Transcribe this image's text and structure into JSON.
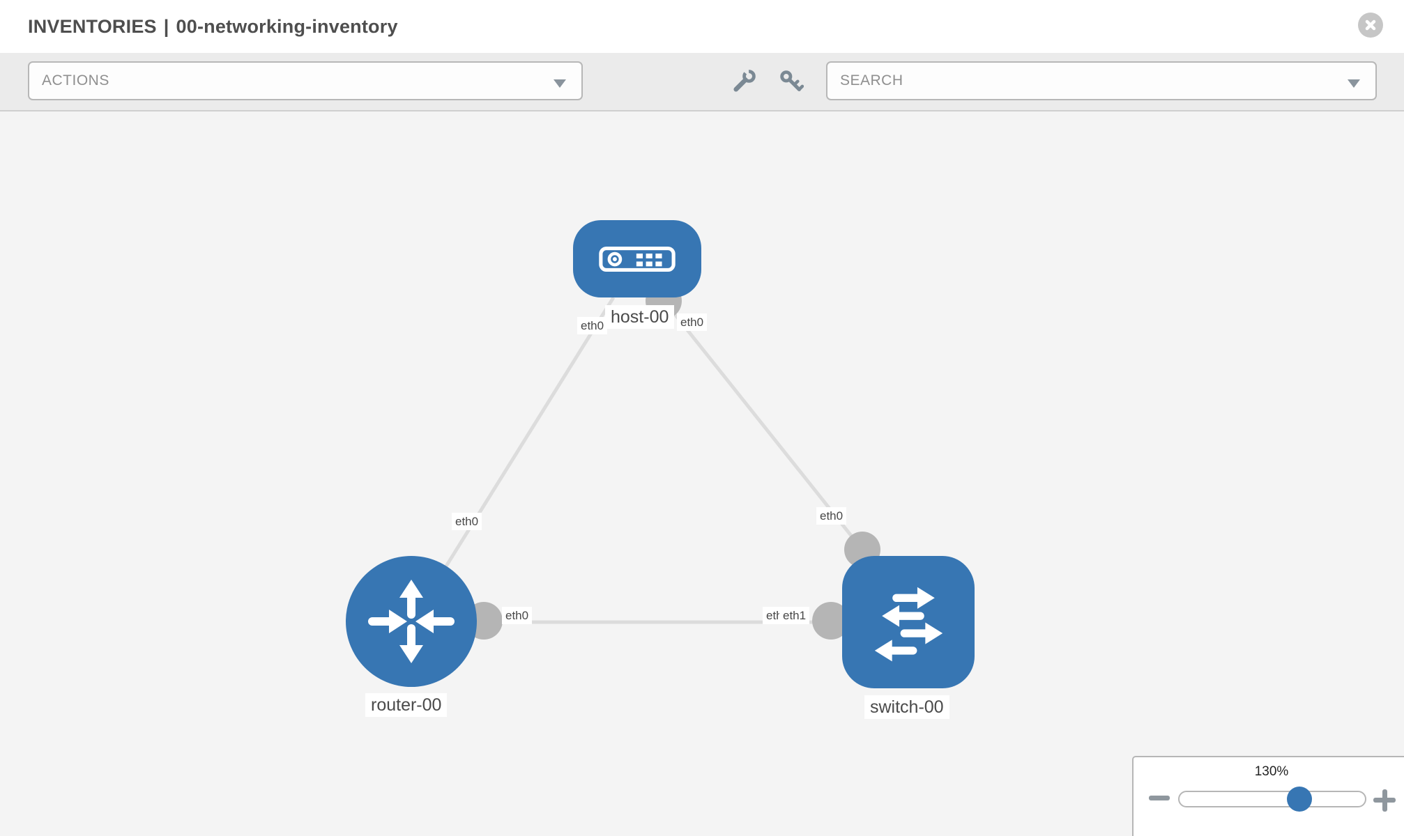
{
  "header": {
    "section": "INVENTORIES",
    "separator": "|",
    "inventory_name": "00-networking-inventory"
  },
  "toolbar": {
    "actions_placeholder": "ACTIONS",
    "search_placeholder": "SEARCH"
  },
  "icons": {
    "close": "close-icon",
    "wrench": "wrench-icon",
    "key": "key-icon",
    "dropdown": "chevron-down-icon",
    "minus": "minus-icon",
    "plus": "plus-icon"
  },
  "colors": {
    "node_blue": "#3776b3",
    "link_gray": "#dcdcdc",
    "port_gray": "#b5b5b5",
    "toolbar_bg": "#ebebeb",
    "canvas_bg": "#f4f4f4"
  },
  "topology": {
    "nodes": [
      {
        "label": "host-00",
        "type": "host"
      },
      {
        "label": "router-00",
        "type": "router"
      },
      {
        "label": "switch-00",
        "type": "switch"
      }
    ],
    "links": [
      {
        "from": "host-00",
        "to": "router-00",
        "from_interface": "eth0",
        "to_interface": "eth0"
      },
      {
        "from": "host-00",
        "to": "switch-00",
        "from_interface": "eth0",
        "to_interface": "eth0"
      },
      {
        "from": "router-00",
        "to": "switch-00",
        "from_interface": "eth0",
        "to_interface": "eth1"
      }
    ],
    "edge_labels": [
      {
        "text": "eth0"
      },
      {
        "text": "eth0"
      },
      {
        "text": "eth0"
      },
      {
        "text": "eth0"
      },
      {
        "text": "eth0"
      },
      {
        "text": "eth0"
      },
      {
        "text": "eth1"
      }
    ]
  },
  "zoom_control": {
    "level": "130%"
  }
}
